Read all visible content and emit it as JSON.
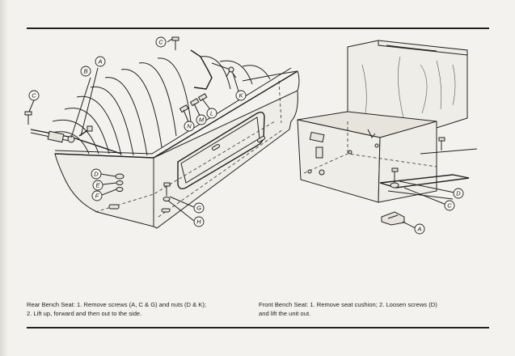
{
  "captions": {
    "rear": "Rear Bench Seat: 1. Remove screws (A, C & G) and nuts (D & K);\n2. Lift up, forward and then out to the side.",
    "front": "Front Bench Seat: 1. Remove seat cushion; 2. Loosen screws (D)\nand lift the unit out."
  },
  "callouts": {
    "rear": {
      "A": "A",
      "B": "B",
      "C_top": "C",
      "C_left": "C",
      "D": "D",
      "E": "E",
      "F": "F",
      "G": "G",
      "H": "H",
      "K": "K",
      "L": "L",
      "M": "M",
      "N": "N"
    },
    "front": {
      "D": "D",
      "C": "C",
      "A": "A"
    }
  }
}
